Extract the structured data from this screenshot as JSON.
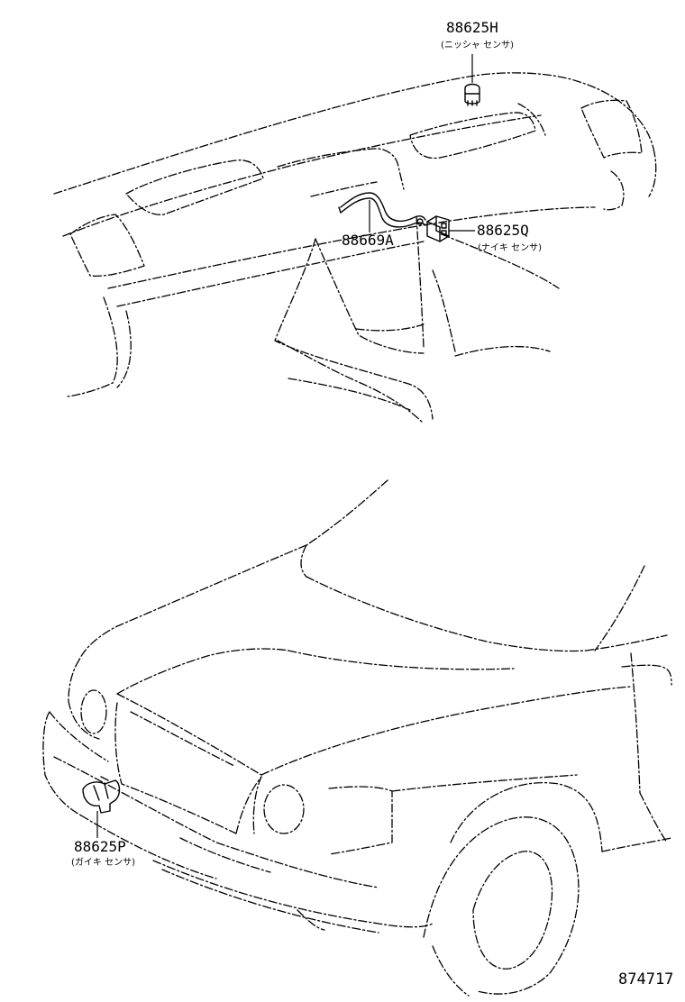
{
  "callouts": [
    {
      "part_number": "88625H",
      "name": "(ニッシャ センサ)"
    },
    {
      "part_number": "88669A",
      "name": ""
    },
    {
      "part_number": "88625Q",
      "name": "(ナイキ センサ)"
    },
    {
      "part_number": "88625P",
      "name": "(ガイキ センサ)"
    }
  ],
  "figure_number": "874717"
}
